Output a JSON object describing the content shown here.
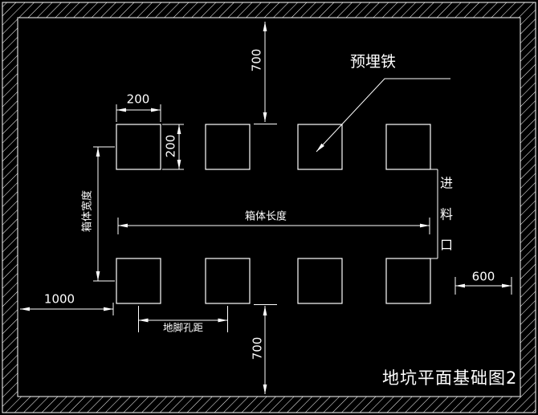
{
  "meta": {
    "background_color": "#000000",
    "line_color": "#ffffff",
    "drawing_type": "pit plan foundation CAD drawing"
  },
  "title_block": {
    "drawing_title": "地坑平面基础图2"
  },
  "callouts": {
    "embedded_iron": "预埋铁",
    "feed_port_chars": [
      "进",
      "料",
      "口"
    ]
  },
  "dimensions": {
    "top_height": "700",
    "plate_width": "200",
    "plate_height": "200",
    "box_width_label": "箱体宽度",
    "box_length_label": "箱体长度",
    "left_offset": "1000",
    "anchor_spacing_label": "地脚孔距",
    "bottom_height": "700",
    "right_offset": "600"
  }
}
